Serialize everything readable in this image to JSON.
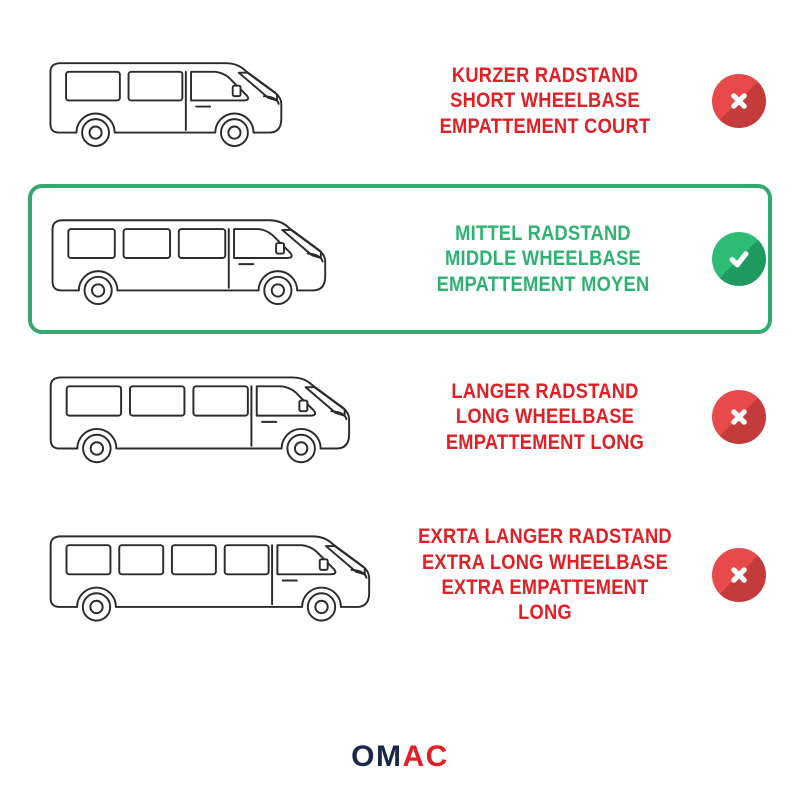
{
  "colors": {
    "red_text": "#e31e24",
    "green_text": "#2db271",
    "highlight_border": "#34a96d",
    "reject_icon": "#e84a4a",
    "accept_icon": "#2dbb76",
    "logo_navy": "#19294b",
    "logo_red": "#e31e24"
  },
  "rows": [
    {
      "id": "short-wheelbase",
      "lines": [
        "KURZER RADSTAND",
        "SHORT WHEELBASE",
        "EMPATTEMENT COURT"
      ],
      "status": "rejected",
      "icon": "cross-icon",
      "highlighted": false
    },
    {
      "id": "middle-wheelbase",
      "lines": [
        "MITTEL RADSTAND",
        "MIDDLE WHEELBASE",
        "EMPATTEMENT MOYEN"
      ],
      "status": "selected",
      "icon": "check-icon",
      "highlighted": true
    },
    {
      "id": "long-wheelbase",
      "lines": [
        "LANGER RADSTAND",
        "LONG WHEELBASE",
        "EMPATTEMENT LONG"
      ],
      "status": "rejected",
      "icon": "cross-icon",
      "highlighted": false
    },
    {
      "id": "extra-long-wheelbase",
      "lines": [
        "EXRTA LANGER RADSTAND",
        "EXTRA LONG WHEELBASE",
        "EXTRA EMPATTEMENT LONG"
      ],
      "status": "rejected",
      "icon": "cross-icon",
      "highlighted": false
    }
  ],
  "logo": {
    "part1": "OM",
    "part2": "AC"
  }
}
